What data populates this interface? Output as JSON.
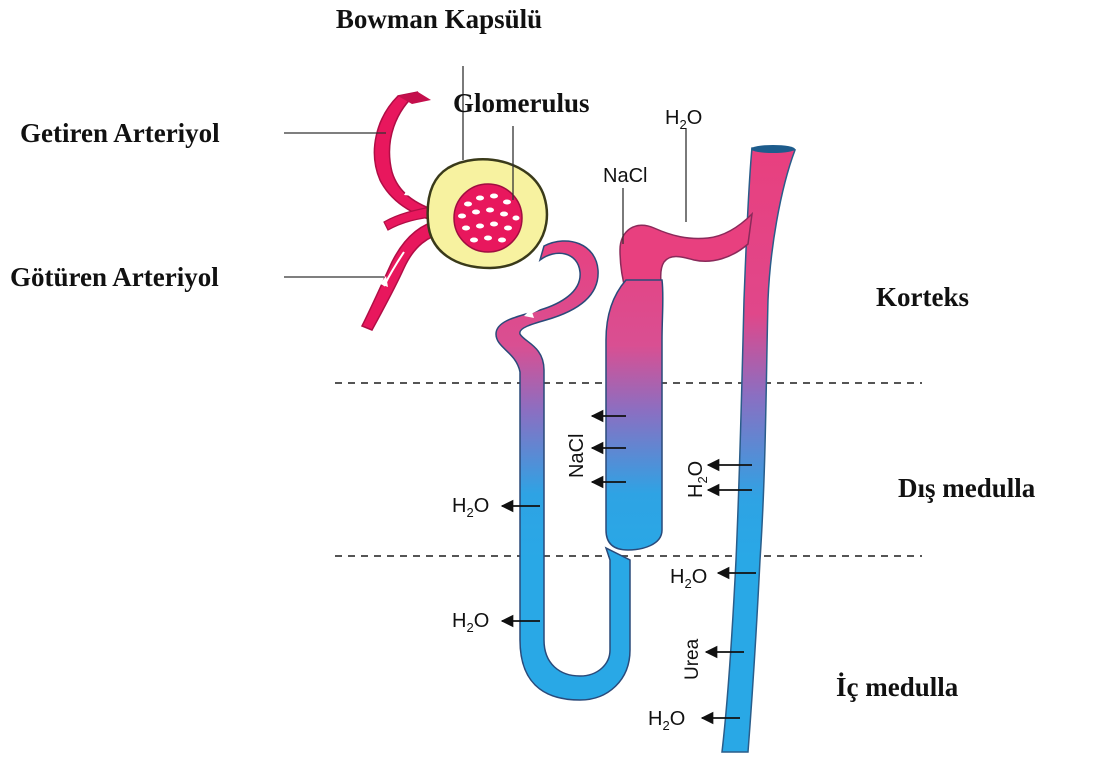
{
  "labels": {
    "bowman": "Bowman Kapsülü",
    "glomerulus": "Glomerulus",
    "afferent": "Getiren Arteriyol",
    "efferent": "Götüren Arteriyol",
    "cortex": "Korteks",
    "outer_medulla": "Dış medulla",
    "inner_medulla": "İç medulla"
  },
  "molecules": {
    "h2o_top_base": "H",
    "h2o_top_sub": "2",
    "h2o_top_rest": "O",
    "nacl_top": "NaCl",
    "nacl_side": "NaCl",
    "h2o_side_base": "H",
    "h2o_side_sub": "2",
    "h2o_side_rest": "O",
    "h2o_d1_base": "H",
    "h2o_d1_sub": "2",
    "h2o_d1_rest": "O",
    "h2o_d2_base": "H",
    "h2o_d2_sub": "2",
    "h2o_d2_rest": "O",
    "h2o_c1_base": "H",
    "h2o_c1_sub": "2",
    "h2o_c1_rest": "O",
    "h2o_c2_base": "H",
    "h2o_c2_sub": "2",
    "h2o_c2_rest": "O",
    "urea": "Urea"
  },
  "colors": {
    "artery": "#e8175d",
    "cortex_tubule": "#e8407f",
    "medulla_tubule": "#29a8e6",
    "capsule": "#f7f2a0",
    "capsule_border": "#3a3a1a"
  }
}
